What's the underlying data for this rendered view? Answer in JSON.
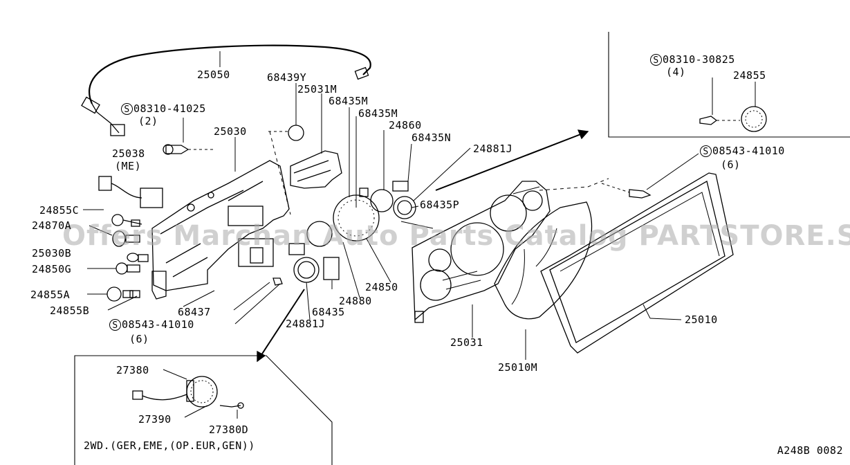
{
  "watermark": "Offers Marchan Auto Parts Catalog PARTSTORE.SA",
  "diagram_code": "A248B 0082",
  "screw_symbol": "S",
  "labels": {
    "p25050": "25050",
    "p68439Y": "68439Y",
    "p25031M": "25031M",
    "p68435M_a": "68435M",
    "p68435M_b": "68435M",
    "p08310_41025": "08310-41025",
    "q2": "(2)",
    "p24860": "24860",
    "p25030": "25030",
    "p68435N": "68435N",
    "p24881J_a": "24881J",
    "p25038": "25038",
    "me": "(ME)",
    "p24855C": "24855C",
    "p24870A": "24870A",
    "p25030B": "25030B",
    "p24850G": "24850G",
    "p24855A": "24855A",
    "p24855B": "24855B",
    "p68435P": "68435P",
    "p68437": "68437",
    "p24850": "24850",
    "p24880": "24880",
    "p68435": "68435",
    "p24881J_b": "24881J",
    "p08543_41010_a": "08543-41010",
    "q6_a": "(6)",
    "p25031": "25031",
    "p25010M": "25010M",
    "p25010": "25010",
    "p08543_41010_b": "08543-41010",
    "q6_b": "(6)",
    "p08310_30825": "08310-30825",
    "q4": "(4)",
    "p24855": "24855",
    "p27380": "27380",
    "p27390": "27390",
    "p27380D": "27380D",
    "variant_note": "2WD.(GER,EME,(OP.EUR,GEN))"
  }
}
